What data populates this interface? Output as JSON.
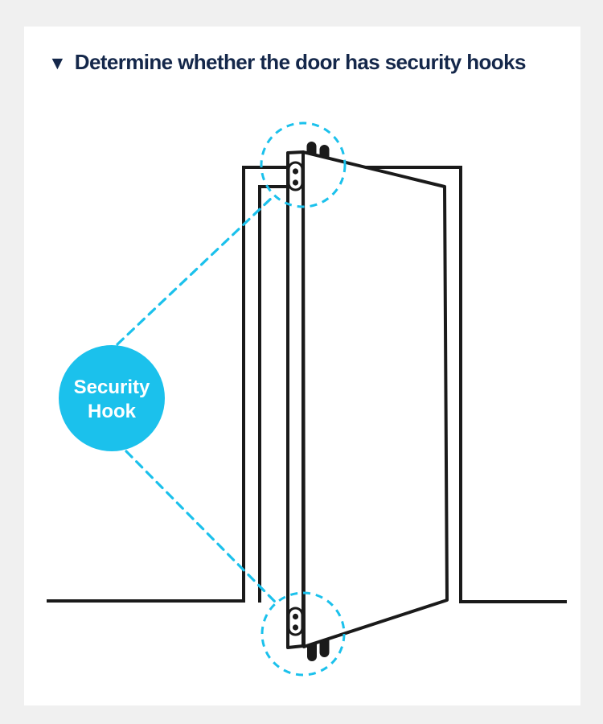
{
  "window": {
    "background_color": "#f0f0f0",
    "panel_color": "#ffffff"
  },
  "header": {
    "bullet_icon": "▼",
    "title": "Determine whether the door has security hooks",
    "text_color": "#14274a"
  },
  "diagram": {
    "line_color": "#1a1a1a",
    "accent_color": "#1bc1ec",
    "security_hook_label": {
      "line1": "Security",
      "line2": "Hook",
      "text_color": "#ffffff"
    }
  }
}
